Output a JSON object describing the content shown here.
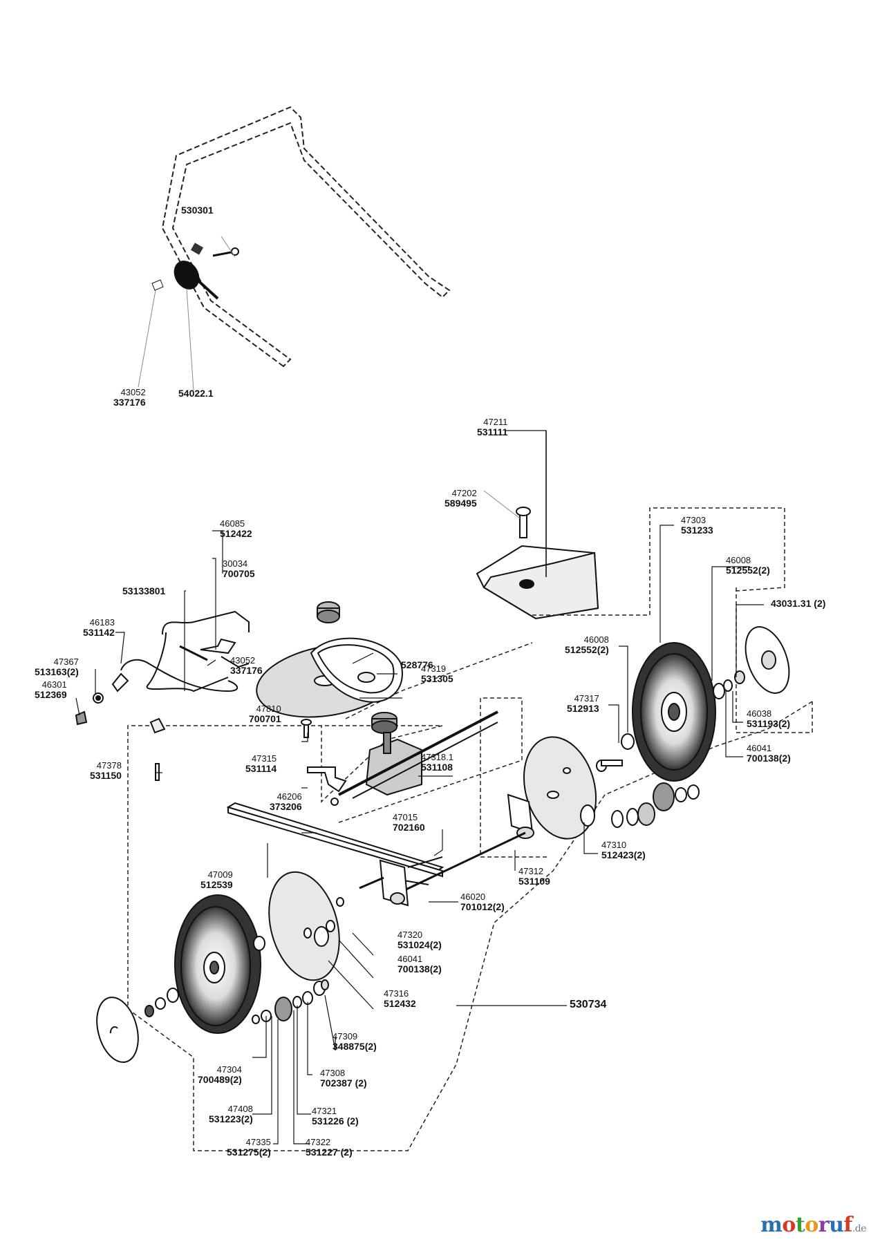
{
  "parts": [
    {
      "id": "p530301",
      "old": "",
      "new": "530301"
    },
    {
      "id": "p43052a",
      "old": "43052",
      "new": "337176"
    },
    {
      "id": "p54022",
      "old": "",
      "new": "54022.1"
    },
    {
      "id": "p47211",
      "old": "47211",
      "new": "531111"
    },
    {
      "id": "p47202",
      "old": "47202",
      "new": "589495"
    },
    {
      "id": "p46085",
      "old": "46085",
      "new": "512422"
    },
    {
      "id": "p30034",
      "old": "30034",
      "new": "700705"
    },
    {
      "id": "p53133801",
      "old": "",
      "new": "53133801"
    },
    {
      "id": "p46183",
      "old": "46183",
      "new": "531142"
    },
    {
      "id": "p47367",
      "old": "47367",
      "new": "513163(2)"
    },
    {
      "id": "p46301",
      "old": "46301",
      "new": "512369"
    },
    {
      "id": "p43052b",
      "old": "43052",
      "new": "337176"
    },
    {
      "id": "p528776",
      "old": "",
      "new": "528776"
    },
    {
      "id": "p47319",
      "old": "47319",
      "new": "531305"
    },
    {
      "id": "p47810",
      "old": "47810",
      "new": "700701"
    },
    {
      "id": "p47378",
      "old": "47378",
      "new": "531150"
    },
    {
      "id": "p47315",
      "old": "47315",
      "new": "531114"
    },
    {
      "id": "p47318",
      "old": "47318.1",
      "new": "531108"
    },
    {
      "id": "p46206",
      "old": "46206",
      "new": "373206"
    },
    {
      "id": "p47015",
      "old": "47015",
      "new": "702160"
    },
    {
      "id": "p47009",
      "old": "47009",
      "new": "512539"
    },
    {
      "id": "p47303",
      "old": "47303",
      "new": "531233"
    },
    {
      "id": "p46008a",
      "old": "46008",
      "new": "512552(2)"
    },
    {
      "id": "p43031",
      "old": "",
      "new": "43031.31 (2)"
    },
    {
      "id": "p46008b",
      "old": "46008",
      "new": "512552(2)"
    },
    {
      "id": "p47317",
      "old": "47317",
      "new": "512913"
    },
    {
      "id": "p46038",
      "old": "46038",
      "new": "531193(2)"
    },
    {
      "id": "p46041a",
      "old": "46041",
      "new": "700138(2)"
    },
    {
      "id": "p47310",
      "old": "47310",
      "new": "512423(2)"
    },
    {
      "id": "p47312",
      "old": "47312",
      "new": "531109"
    },
    {
      "id": "p46020",
      "old": "46020",
      "new": "701012(2)"
    },
    {
      "id": "p47320",
      "old": "47320",
      "new": "531024(2)"
    },
    {
      "id": "p46041b",
      "old": "46041",
      "new": "700138(2)"
    },
    {
      "id": "p47316",
      "old": "47316",
      "new": "512432"
    },
    {
      "id": "p530734",
      "old": "",
      "new": "530734"
    },
    {
      "id": "p47309",
      "old": "47309",
      "new": "348875(2)"
    },
    {
      "id": "p47304",
      "old": "47304",
      "new": "700489(2)"
    },
    {
      "id": "p47308",
      "old": "47308",
      "new": "702387 (2)"
    },
    {
      "id": "p47408",
      "old": "47408",
      "new": "531223(2)"
    },
    {
      "id": "p47321",
      "old": "47321",
      "new": "531226 (2)"
    },
    {
      "id": "p47335",
      "old": "47335",
      "new": "531275(2)"
    },
    {
      "id": "p47322",
      "old": "47322",
      "new": "531227 (2)"
    }
  ],
  "watermark": {
    "main": "motoruf",
    "suffix": ".de"
  },
  "colors": {
    "line": "#111111",
    "dash": "#222222",
    "shade": "#c9c9c9",
    "watermark_m": "#2b6fb3",
    "watermark_o1": "#d23a2a",
    "watermark_t": "#3a9a3a",
    "watermark_o2": "#e39a1b",
    "watermark_r": "#8a3aa8",
    "watermark_u": "#2b6fb3",
    "watermark_f": "#d23a2a"
  }
}
